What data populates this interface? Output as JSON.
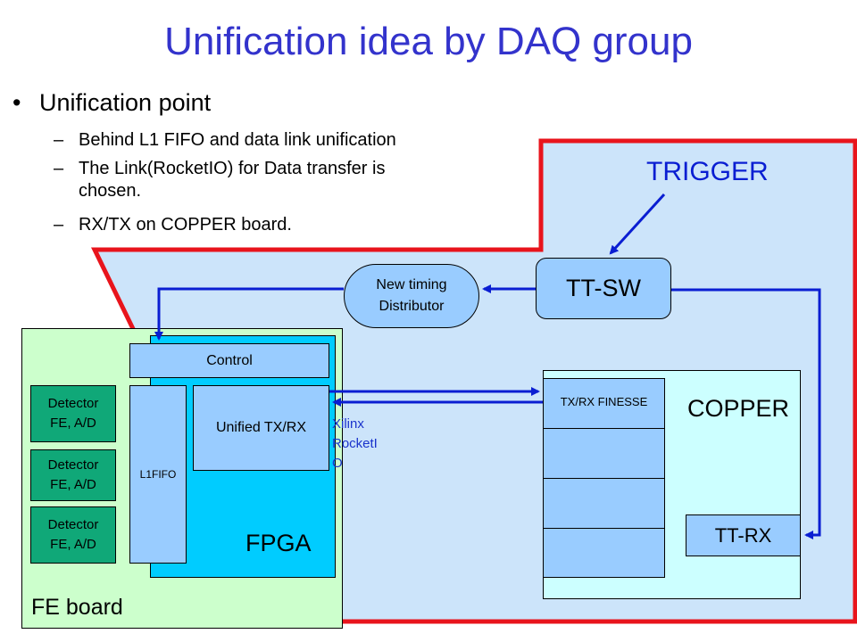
{
  "title": "Unification idea by DAQ group",
  "bullets": {
    "main": "Unification point",
    "sub": [
      "Behind L1 FIFO and data link unification",
      "The Link(RocketIO) for Data transfer is",
      "chosen.",
      "RX/TX on COPPER board."
    ]
  },
  "diagram": {
    "trigger": "TRIGGER",
    "tt_sw": "TT-SW",
    "timing_distributor": [
      "New timing",
      "Distributor"
    ],
    "copper": "COPPER",
    "finesse": "TX/RX FINESSE",
    "tt_rx": "TT-RX",
    "fe_board": "FE board",
    "fpga": "FPGA",
    "control": "Control",
    "l1fifo": "L1FIFO",
    "unified_txrx": "Unified TX/RX",
    "link_label": [
      "Xilinx",
      "RocketI",
      "O"
    ],
    "detectors": [
      [
        "Detector",
        "FE, A/D"
      ],
      [
        "Detector",
        "FE, A/D"
      ],
      [
        "Detector",
        "FE, A/D"
      ]
    ]
  },
  "colors": {
    "title": "#3333cc",
    "region_red": "#e8141c",
    "region_fill": "#cce4fa",
    "arrow": "#0a1ed2",
    "fe_board": "#ccffcc",
    "fpga": "#00ccff",
    "copper": "#ccffff",
    "boxes": "#99ccff",
    "detector": "#10a878",
    "link_text": "#1a33cc"
  }
}
